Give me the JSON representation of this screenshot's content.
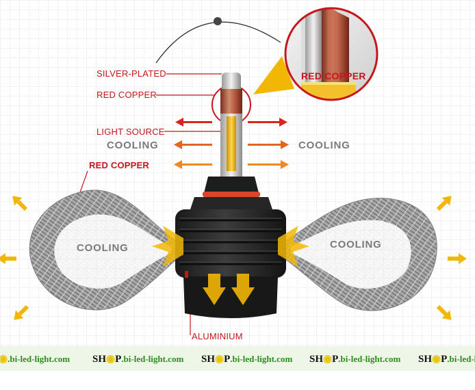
{
  "labels": {
    "silver_plated": "SILVER-PLATED",
    "red_copper_top": "RED COPPER",
    "red_copper_zoom": "RED COPPER",
    "light_source": "LIGHT SOURCE",
    "cooling_upper_left": "COOLING",
    "cooling_upper_right": "COOLING",
    "red_copper_braid": "RED COPPER",
    "cooling_left_loop": "COOLING",
    "cooling_right_loop": "COOLING",
    "aluminium": "ALUMINIUM"
  },
  "watermark": {
    "brand_pre": "SH",
    "brand_post": "P",
    "domain": ".bi-led-light.com"
  },
  "colors": {
    "red_label": "#c4161c",
    "cooling_text": "#7a7a7a",
    "arrow_red": "#d9251c",
    "arrow_orange": "#f08a1c",
    "flow_yellow": "#f2b705",
    "copper": "#b8563a",
    "grid": "#e4e4e4",
    "watermark_green": "#2e8b1e"
  }
}
